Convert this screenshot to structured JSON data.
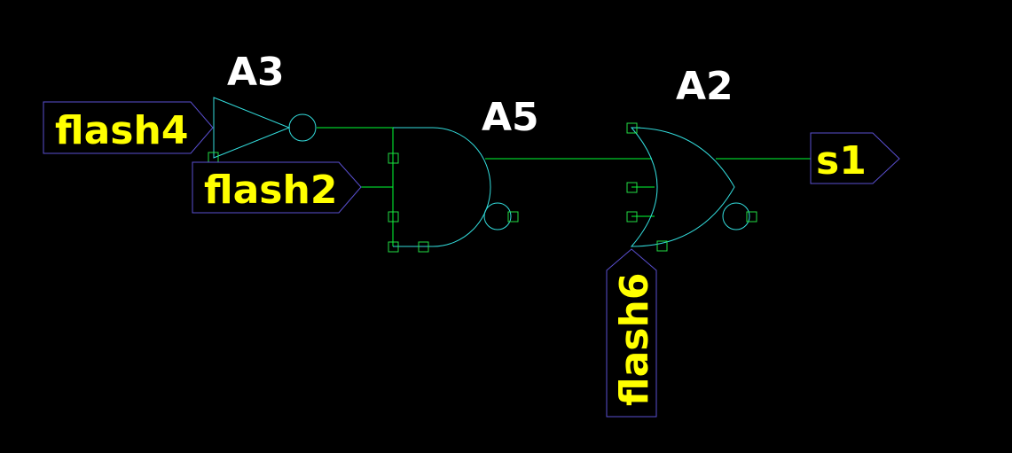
{
  "instances": {
    "inverter": "A3",
    "nand": "A5",
    "nor": "A2"
  },
  "ports": {
    "in_a": "flash4",
    "in_b": "flash2",
    "in_c": "flash6",
    "out": "s1"
  },
  "colors": {
    "background": "#000000",
    "wire": "#00ff33",
    "gate_outline": "#33dddd",
    "port_outline": "#5a4fd0",
    "pin_marker": "#22dd44",
    "instance_label": "#ffffff",
    "port_label": "#ffff00"
  }
}
